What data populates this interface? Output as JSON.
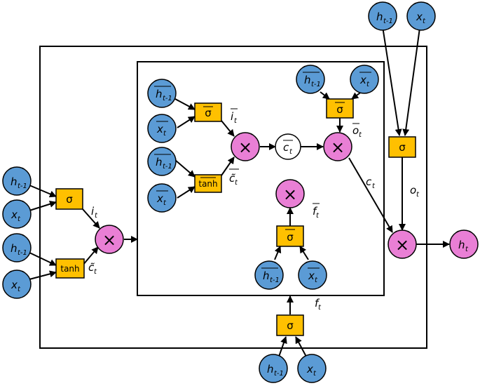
{
  "nodes": {
    "h_prev": "h",
    "h_prev_sub": "t-1",
    "x": "x",
    "x_sub": "t",
    "sigma": "σ",
    "tanh": "tanh",
    "multiply": "×",
    "c_bar": "c",
    "c_bar_sub": "t",
    "h_out": "h",
    "h_out_sub": "t"
  },
  "labels": {
    "i": "i",
    "i_sub": "t",
    "c_tilde": "c̃",
    "c_tilde_sub": "t",
    "o": "o",
    "o_sub": "t",
    "c": "c",
    "c_sub": "t",
    "f": "f",
    "f_sub": "t"
  }
}
